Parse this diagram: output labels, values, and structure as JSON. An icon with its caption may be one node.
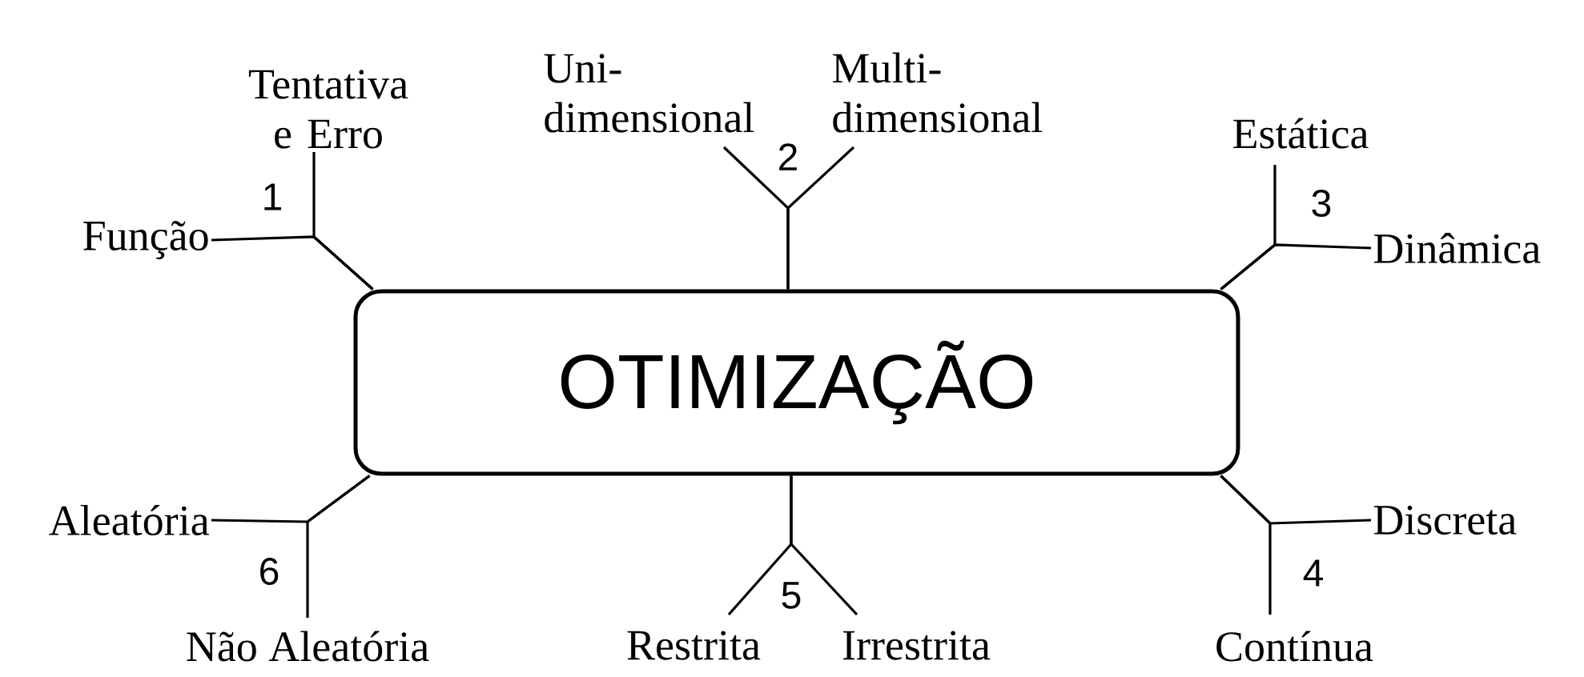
{
  "diagram": {
    "nodes": [
      {
        "text": [
          "OTIMIZAÇÃO"
        ]
      },
      {
        "text": [
          "Função"
        ]
      },
      {
        "text": [
          "Tentativa e Erro"
        ]
      },
      {
        "text": [
          "Uni- dimensional"
        ]
      },
      {
        "text": [
          "Multi- dimensional"
        ]
      },
      {
        "text": [
          "Estática"
        ]
      },
      {
        "text": [
          "Dinâmica"
        ]
      },
      {
        "text": [
          "Discreta"
        ]
      },
      {
        "text": [
          "Contínua"
        ]
      },
      {
        "text": [
          "Restrita"
        ]
      },
      {
        "text": [
          "Irrestrita"
        ]
      },
      {
        "text": [
          "Aleatória"
        ]
      },
      {
        "text": [
          "Não Aleatória"
        ]
      }
    ],
    "edges": [
      {
        "from": 0,
        "to": 1,
        "arrow": "none"
      },
      {
        "from": 0,
        "to": 2,
        "arrow": "none"
      },
      {
        "from": 0,
        "to": 3,
        "arrow": "none"
      },
      {
        "from": 0,
        "to": 4,
        "arrow": "none"
      },
      {
        "from": 0,
        "to": 5,
        "arrow": "none"
      },
      {
        "from": 0,
        "to": 6,
        "arrow": "none"
      },
      {
        "from": 0,
        "to": 7,
        "arrow": "none"
      },
      {
        "from": 0,
        "to": 8,
        "arrow": "none"
      },
      {
        "from": 0,
        "to": 9,
        "arrow": "none"
      },
      {
        "from": 0,
        "to": 10,
        "arrow": "none"
      },
      {
        "from": 0,
        "to": 11,
        "arrow": "none"
      },
      {
        "from": 0,
        "to": 12,
        "arrow": "none"
      }
    ],
    "labels": [
      "1",
      "2",
      "3",
      "6",
      "5",
      "4"
    ]
  }
}
